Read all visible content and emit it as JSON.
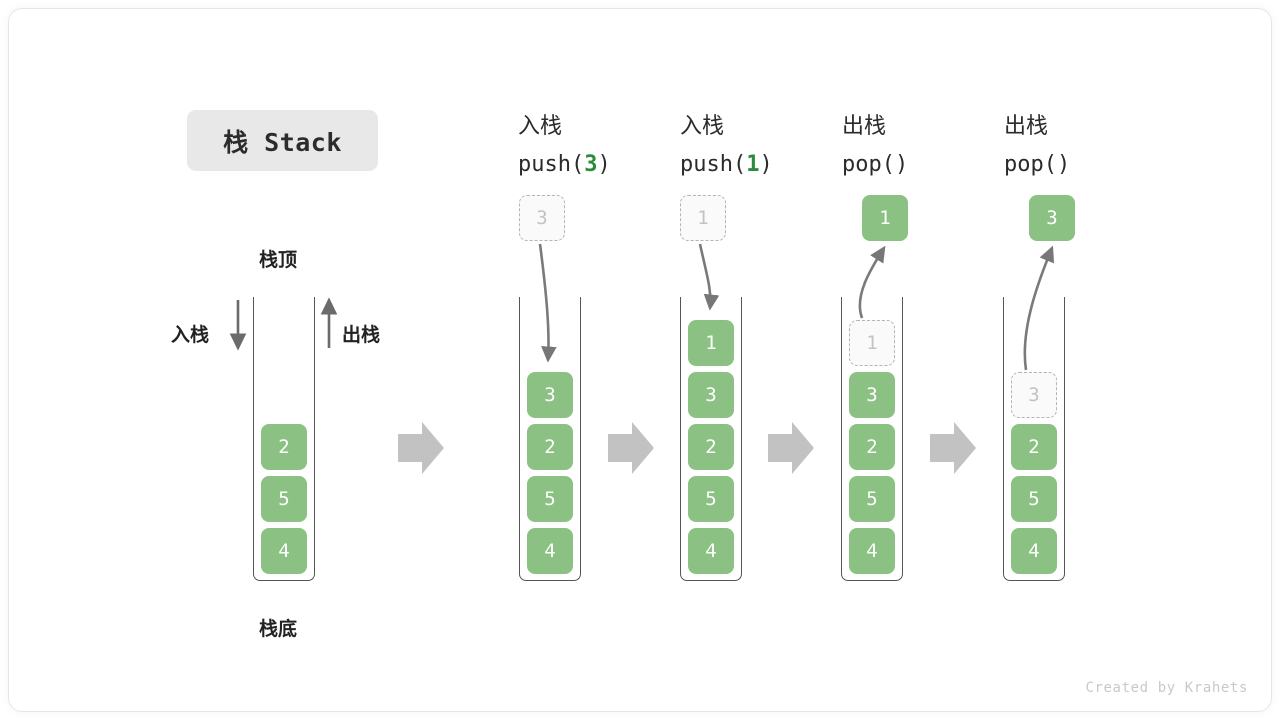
{
  "diagram": {
    "title_badge": "栈 Stack",
    "watermark": "Created by Krahets",
    "colors": {
      "cell_green": "#8cc184",
      "ghost_border": "#b4b4b4",
      "ghost_text": "#c3c3c3",
      "arrow_gray": "#c2c2c2",
      "line_gray": "#666666",
      "badge_bg": "#e8e8e8",
      "accent_green_text": "#2e8b3d"
    },
    "labels": {
      "top": "栈顶",
      "bottom": "栈底",
      "push_side": "入栈",
      "pop_side": "出栈"
    },
    "steps": [
      {
        "id": "initial",
        "op_cn": "",
        "op_code": "",
        "code_value": "",
        "cells": [
          "2",
          "5",
          "4"
        ],
        "ghost_label": "",
        "ghost_position": "",
        "detached_label": "",
        "detached_kind": ""
      },
      {
        "id": "push-3",
        "op_cn": "入栈",
        "op_code_prefix": "push(",
        "code_value": "3",
        "op_code_suffix": ")",
        "cells": [
          "3",
          "2",
          "5",
          "4"
        ],
        "detached_label": "3",
        "detached_kind": "ghost",
        "arrow_direction": "down"
      },
      {
        "id": "push-1",
        "op_cn": "入栈",
        "op_code_prefix": "push(",
        "code_value": "1",
        "op_code_suffix": ")",
        "cells": [
          "1",
          "3",
          "2",
          "5",
          "4"
        ],
        "detached_label": "1",
        "detached_kind": "ghost",
        "arrow_direction": "down"
      },
      {
        "id": "pop-1",
        "op_cn": "出栈",
        "op_code_prefix": "pop(",
        "code_value": "",
        "op_code_suffix": ")",
        "cells": [
          "1",
          "3",
          "2",
          "5",
          "4"
        ],
        "ghost_index": 0,
        "detached_label": "1",
        "detached_kind": "solid",
        "arrow_direction": "up"
      },
      {
        "id": "pop-3",
        "op_cn": "出栈",
        "op_code_prefix": "pop(",
        "code_value": "",
        "op_code_suffix": ")",
        "cells": [
          "3",
          "2",
          "5",
          "4"
        ],
        "ghost_index": 0,
        "detached_label": "3",
        "detached_kind": "solid",
        "arrow_direction": "up"
      }
    ]
  },
  "chart_data": {
    "type": "diagram",
    "title": "栈 Stack",
    "description": "Stack push/pop operation sequence",
    "columns": [
      {
        "label": "",
        "stack_top_to_bottom": [
          "2",
          "5",
          "4"
        ]
      },
      {
        "label": "入栈 push(3)",
        "stack_top_to_bottom": [
          "3",
          "2",
          "5",
          "4"
        ]
      },
      {
        "label": "入栈 push(1)",
        "stack_top_to_bottom": [
          "1",
          "3",
          "2",
          "5",
          "4"
        ]
      },
      {
        "label": "出栈 pop()",
        "stack_top_to_bottom": [
          "1",
          "3",
          "2",
          "5",
          "4"
        ]
      },
      {
        "label": "出栈 pop()",
        "stack_top_to_bottom": [
          "3",
          "2",
          "5",
          "4"
        ]
      }
    ]
  }
}
